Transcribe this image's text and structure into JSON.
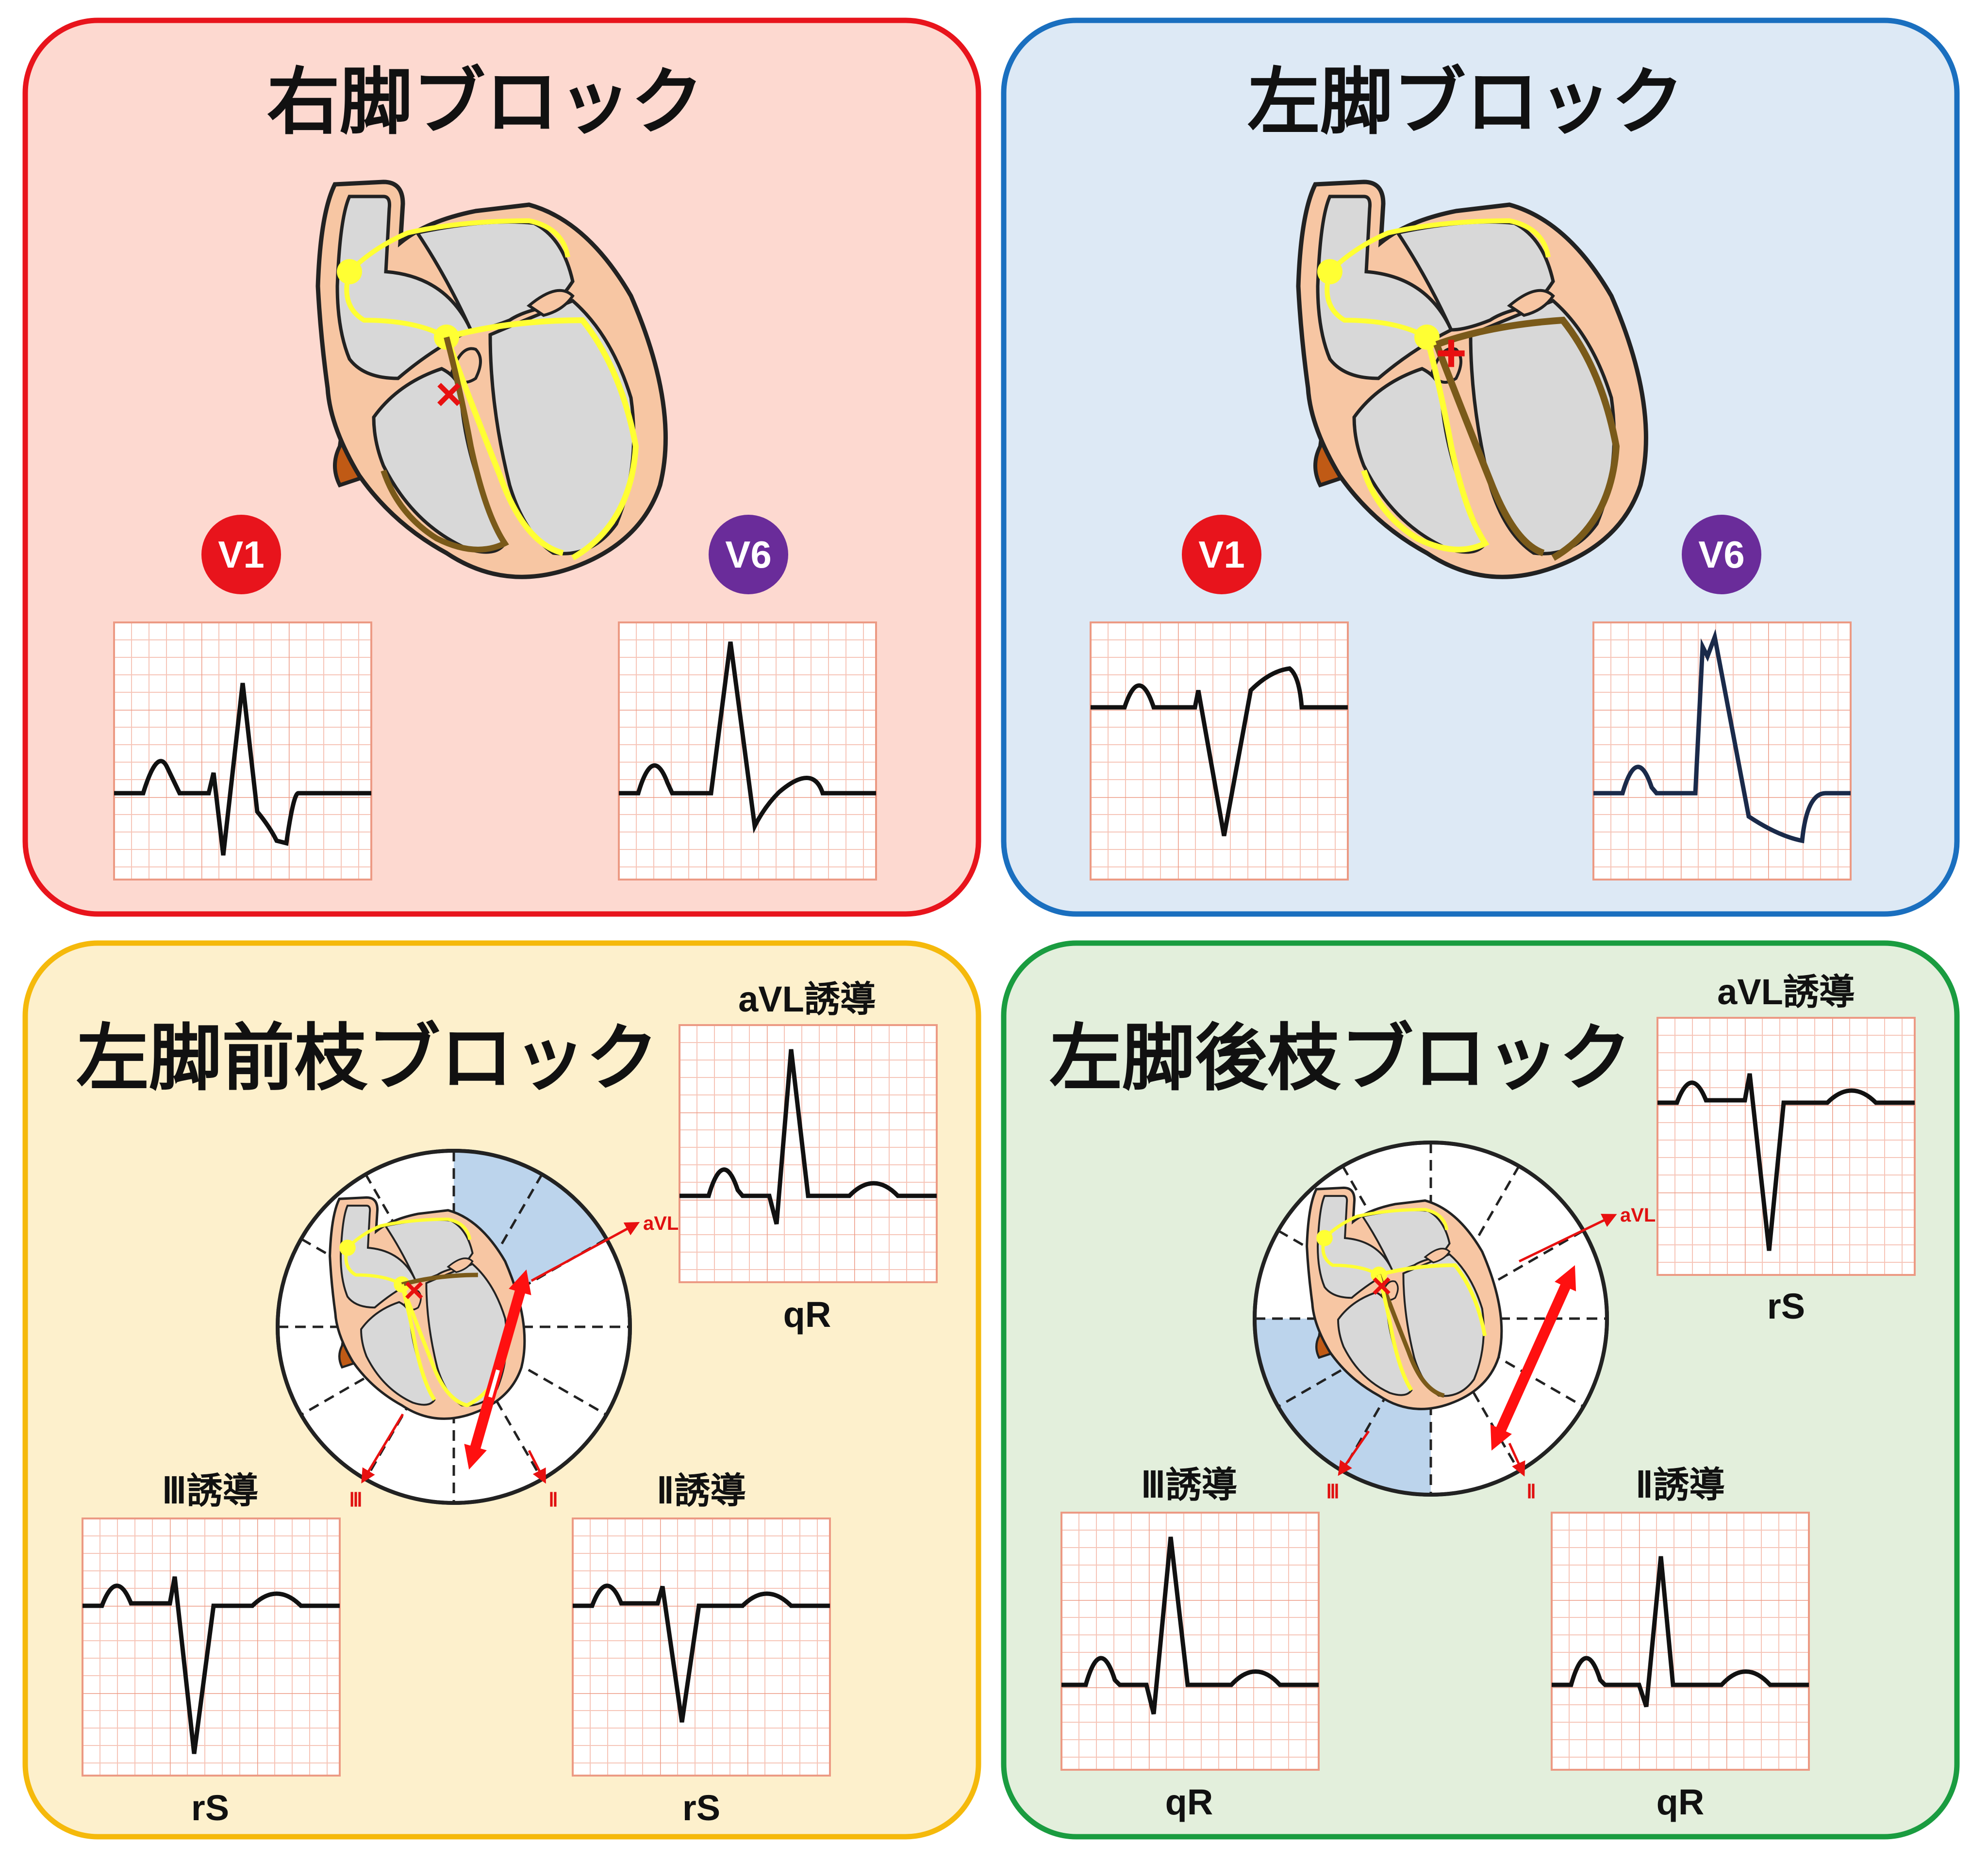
{
  "colors": {
    "rbbb_border": "#e8141c",
    "rbbb_fill": "#fdd9d0",
    "lbbb_border": "#1a6fbf",
    "lbbb_fill": "#dde9f5",
    "lafb_border": "#f5b90b",
    "lafb_fill": "#fdf0cc",
    "lpfb_border": "#1a9c40",
    "lpfb_fill": "#e3efdc",
    "v1_badge": "#e8141c",
    "v6_badge": "#6a2c9a",
    "ecg_grid_minor": "#f6c5b8",
    "ecg_grid_major": "#ec9a84",
    "conduction_yellow": "#ffff33",
    "block_brown": "#7a5a1a",
    "heart_outline": "#222222",
    "heart_muscle": "#f7c6a3",
    "heart_chamber": "#d8d8d8",
    "vessel_brown": "#c05a15",
    "axis_arrow": "#ff1010",
    "hexaxial_highlight": "#bcd4ec"
  },
  "panels": {
    "rbbb": {
      "title": "右脚ブロック",
      "leads": [
        {
          "badge": "V1",
          "icon": "ecg-trace"
        },
        {
          "badge": "V6",
          "icon": "ecg-trace"
        }
      ]
    },
    "lbbb": {
      "title": "左脚ブロック",
      "leads": [
        {
          "badge": "V1",
          "icon": "ecg-trace"
        },
        {
          "badge": "V6",
          "icon": "ecg-trace"
        }
      ]
    },
    "lafb": {
      "title": "左脚前枝ブロック",
      "avl": {
        "lead": "aVL誘導",
        "pattern": "qR"
      },
      "iii": {
        "lead": "Ⅲ誘導",
        "pattern": "rS"
      },
      "ii": {
        "lead": "Ⅱ誘導",
        "pattern": "rS"
      },
      "axis_labels": {
        "avl": "aVL",
        "iii": "Ⅲ",
        "ii": "Ⅱ"
      }
    },
    "lpfb": {
      "title": "左脚後枝ブロック",
      "avl": {
        "lead": "aVL誘導",
        "pattern": "rS"
      },
      "iii": {
        "lead": "Ⅲ誘導",
        "pattern": "qR"
      },
      "ii": {
        "lead": "Ⅱ誘導",
        "pattern": "qR"
      },
      "axis_labels": {
        "avl": "aVL",
        "iii": "Ⅲ",
        "ii": "Ⅱ"
      }
    }
  }
}
